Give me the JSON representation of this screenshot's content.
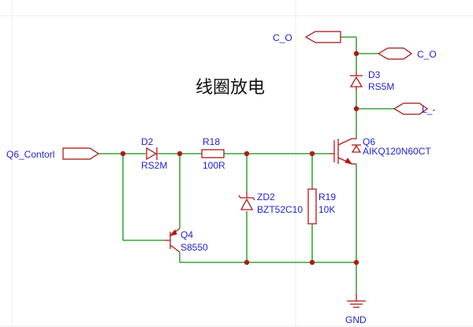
{
  "title": "线圈放电",
  "net_labels": {
    "c_o_left": "C_O",
    "c_o_right": "C_O",
    "l_minus": "L_-",
    "q6_input": "Q6_Contorl",
    "gnd": "GND"
  },
  "components": {
    "d2": {
      "ref": "D2",
      "value": "RS2M"
    },
    "r18": {
      "ref": "R18",
      "value": "100R"
    },
    "zd2": {
      "ref": "ZD2",
      "value": "BZT52C10"
    },
    "r19": {
      "ref": "R19",
      "value": "10K"
    },
    "q4": {
      "ref": "Q4",
      "value": "S8550"
    },
    "q6": {
      "ref": "Q6",
      "value": "AIKQ120N60CT"
    },
    "d3": {
      "ref": "D3",
      "value": "RS5M"
    }
  },
  "colors": {
    "wire": "#109010",
    "component": "#b01818",
    "label": "#1f1fd0",
    "grid": "#ececec"
  }
}
